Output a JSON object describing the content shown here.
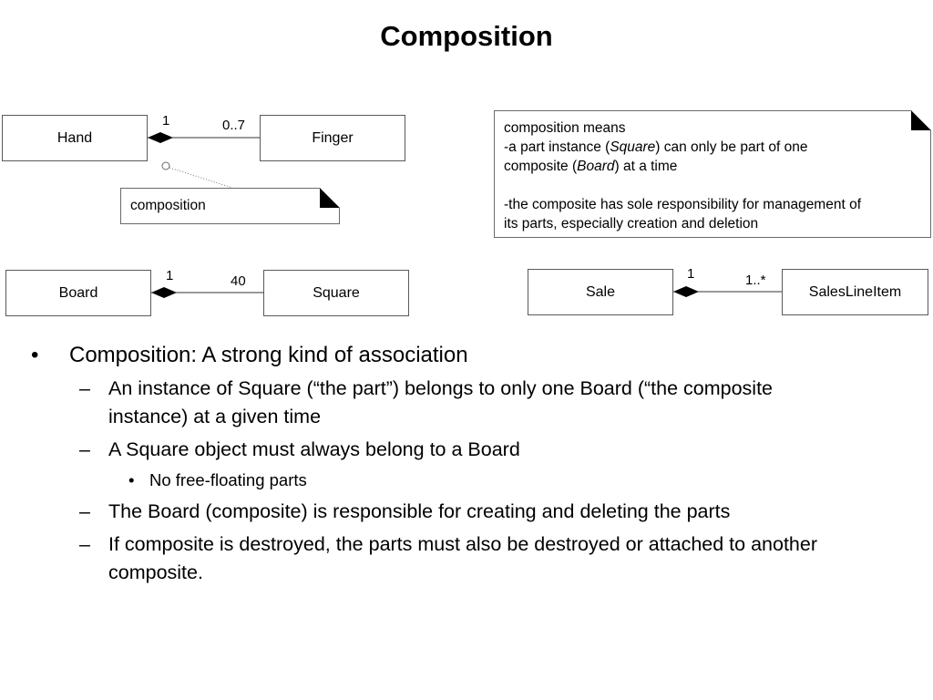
{
  "title": "Composition",
  "diagrams": {
    "hand_finger": {
      "whole": "Hand",
      "part": "Finger",
      "whole_multiplicity": "1",
      "part_multiplicity": "0..7",
      "note": "composition"
    },
    "board_square": {
      "whole": "Board",
      "part": "Square",
      "whole_multiplicity": "1",
      "part_multiplicity": "40"
    },
    "sale_item": {
      "whole": "Sale",
      "part": "SalesLineItem",
      "whole_multiplicity": "1",
      "part_multiplicity": "1..*"
    },
    "definition_note": {
      "line1": "composition means",
      "line2_pre": "-a part instance (",
      "line2_em": "Square",
      "line2_post": ") can only be part of one",
      "line3_pre": "composite (",
      "line3_em": "Board",
      "line3_post": ") at a time",
      "line4": "-the composite has sole responsibility for management of",
      "line5": "its parts, especially creation and deletion"
    }
  },
  "bullets": {
    "b1": "Composition: A strong kind of association",
    "b1_1": "An instance of Square (“the part”) belongs to only one Board (“the composite instance) at a given time",
    "b1_2": "A Square object must always belong to a Board",
    "b1_2_1": "No free-floating parts",
    "b1_3": "The Board (composite) is responsible for creating and deleting the parts",
    "b1_4": "If composite is destroyed, the parts must also be destroyed or attached to another composite."
  }
}
